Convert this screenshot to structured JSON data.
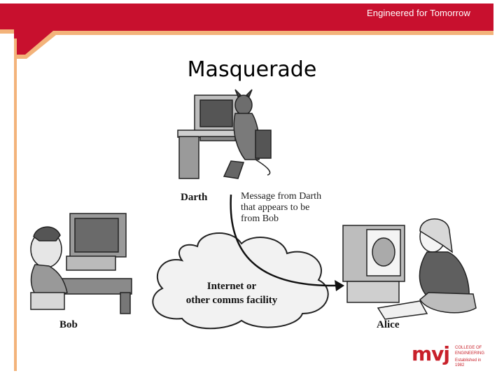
{
  "header": {
    "tagline": "Engineered for Tomorrow"
  },
  "slide": {
    "title": "Masquerade"
  },
  "diagram": {
    "darth_label": "Darth",
    "bob_label": "Bob",
    "alice_label": "Alice",
    "message_lines": [
      "Message from Darth",
      "that appears to be",
      "from Bob"
    ],
    "cloud_lines": [
      "Internet or",
      "other comms facility"
    ]
  },
  "logo": {
    "mark": "mvj",
    "lines": [
      "COLLEGE OF",
      "ENGINEERING",
      "Established in 1982"
    ]
  },
  "colors": {
    "brand_red": "#c8102e",
    "accent_orange": "#f3b37a"
  }
}
